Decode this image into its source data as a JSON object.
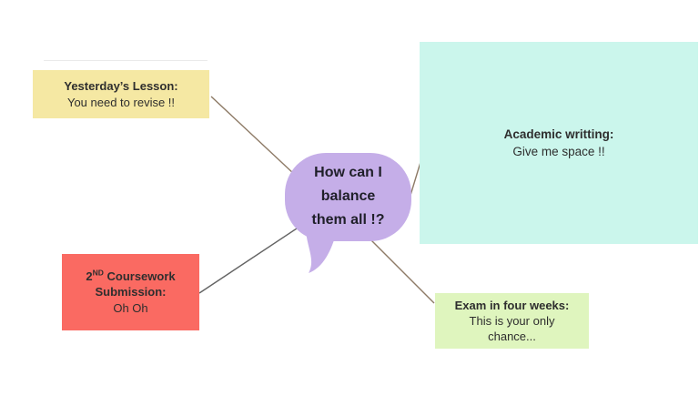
{
  "colors": {
    "background": "#ffffff",
    "connector_brown": "#8d7a66",
    "connector_gray": "#636363",
    "text_dark": "#2e2e2e",
    "bubble_text": "#1f1f29"
  },
  "bubble": {
    "fill": "#c5aee8",
    "lines": [
      "How can I",
      "balance",
      "them all !?"
    ]
  },
  "boxes": {
    "yesterday": {
      "fill": "#f5e8a3",
      "title": "Yesterday’s Lesson:",
      "body": "You need to revise !!"
    },
    "academic": {
      "fill": "#cbf6ec",
      "title": "Academic writting:",
      "body": "Give me space !!"
    },
    "coursework": {
      "fill": "#fa6a62",
      "title_number": "2",
      "title_ordinal": "ND",
      "title_rest": " Coursework",
      "title_line2": "Submission:",
      "body": "Oh Oh"
    },
    "exam": {
      "fill": "#dff5be",
      "title": "Exam in four weeks:",
      "body_line1": "This is your only",
      "body_line2": "chance..."
    }
  }
}
